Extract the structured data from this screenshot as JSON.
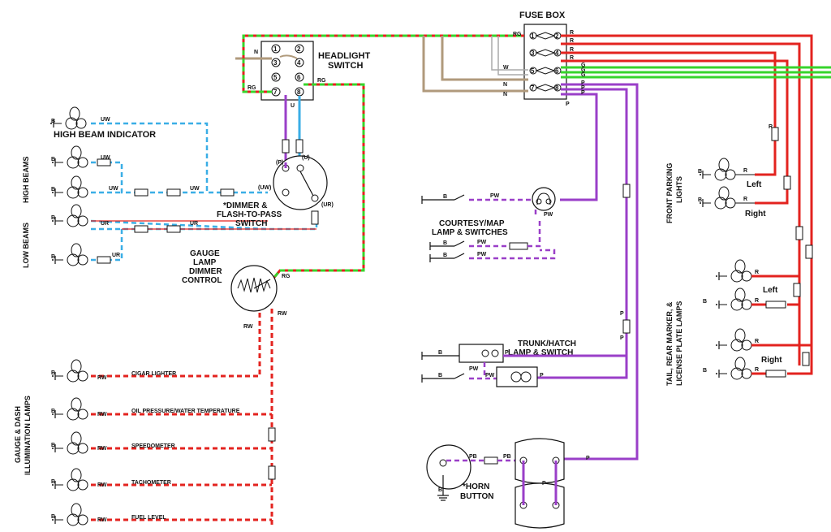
{
  "labels": {
    "fuse_box": "FUSE BOX",
    "headlight_switch_1": "HEADLIGHT",
    "headlight_switch_2": "SWITCH",
    "high_beam_indicator": "HIGH BEAM INDICATOR",
    "high_beams": "HIGH BEAMS",
    "low_beams": "LOW BEAMS",
    "dimmer_1": "*DIMMER &",
    "dimmer_2": "FLASH-TO-PASS",
    "dimmer_3": "SWITCH",
    "gauge_1": "GAUGE",
    "gauge_2": "LAMP",
    "gauge_3": "DIMMER",
    "gauge_4": "CONTROL",
    "gauge_dash_1": "GAUGE & DASH",
    "gauge_dash_2": "ILLUMINATION LAMPS",
    "courtesy_1": "COURTESY/MAP",
    "courtesy_2": "LAMP & SWITCHES",
    "trunk_1": "TRUNK/HATCH",
    "trunk_2": "LAMP & SWITCH",
    "horn_1": "*HORN",
    "horn_2": "BUTTON",
    "front_parking_1": "FRONT PARKING",
    "front_parking_2": "LIGHTS",
    "tail_1": "TAIL, REAR MARKER, &",
    "tail_2": "LICENSE PLATE LAMPS",
    "left_front": "Left",
    "right_front": "Right",
    "left_rear": "Left",
    "right_rear": "Right",
    "cigar": "CIGAR LIGHTER",
    "oil": "OIL PRESSURE/WATER TEMPERATURE",
    "speedo": "SPEEDOMETER",
    "tach": "TACHOMETER",
    "fuel": "FUEL LEVEL"
  },
  "wire_codes": {
    "UW": "UW",
    "B": "B",
    "UR": "UR",
    "U": "U",
    "P_paren": "(P)",
    "U_paren": "(U)",
    "UW_paren": "(UW)",
    "UR_paren": "(UR)",
    "N": "N",
    "RG": "RG",
    "W": "W",
    "R": "R",
    "G": "G",
    "P": "P",
    "PW": "PW",
    "PB": "PB",
    "RW": "RW"
  },
  "terminals": {
    "headlight_switch": [
      "1",
      "2",
      "3",
      "4",
      "5",
      "6",
      "7",
      "8"
    ],
    "fuse_box": [
      "1",
      "2",
      "3",
      "4",
      "5",
      "6",
      "7",
      "8"
    ]
  },
  "colors": {
    "red": "#e3231f",
    "green": "#37d42c",
    "purple": "#9a3fc8",
    "blue": "#3aaee6",
    "tan": "#b09a7c",
    "black": "#111111"
  }
}
